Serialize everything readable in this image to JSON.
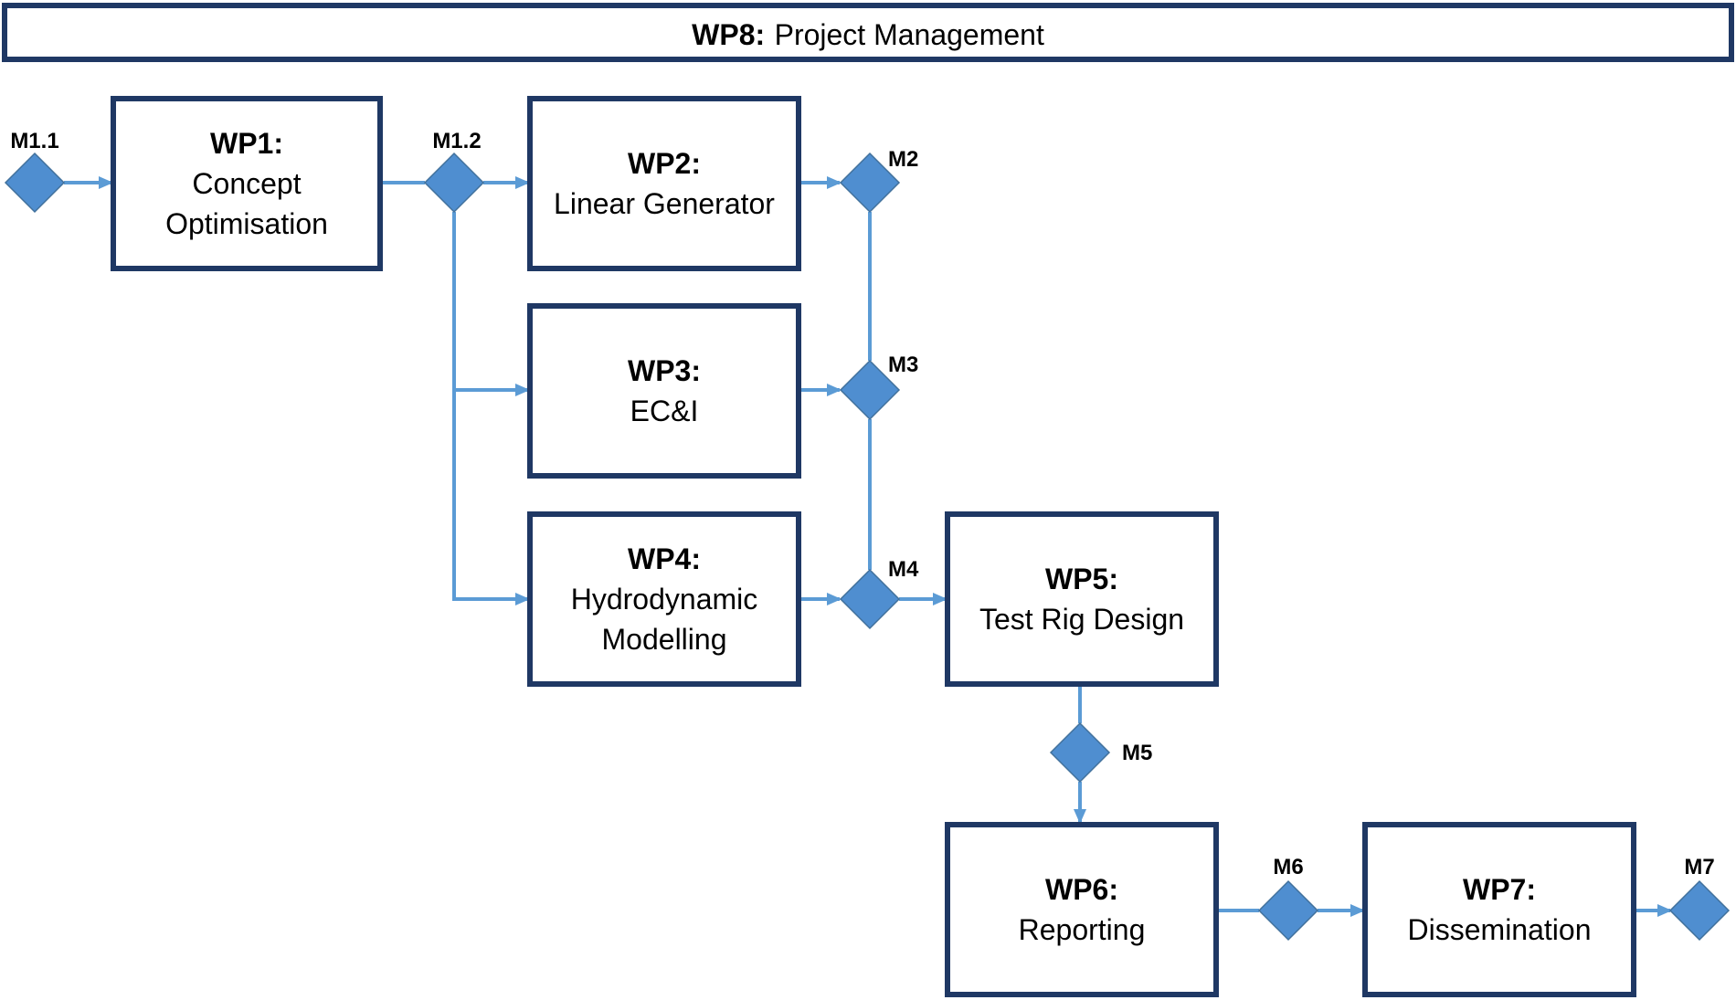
{
  "colors": {
    "box_border": "#1f3864",
    "connector": "#5b9bd5",
    "milestone_fill": "#4f8ed0"
  },
  "header": {
    "code": "WP8:",
    "title": "Project Management"
  },
  "work_packages": [
    {
      "id": "wp1",
      "code": "WP1:",
      "lines": [
        "Concept",
        "Optimisation"
      ]
    },
    {
      "id": "wp2",
      "code": "WP2:",
      "lines": [
        "Linear Generator"
      ]
    },
    {
      "id": "wp3",
      "code": "WP3:",
      "lines": [
        "EC&I"
      ]
    },
    {
      "id": "wp4",
      "code": "WP4:",
      "lines": [
        "Hydrodynamic",
        "Modelling"
      ]
    },
    {
      "id": "wp5",
      "code": "WP5:",
      "lines": [
        "Test Rig Design"
      ]
    },
    {
      "id": "wp6",
      "code": "WP6:",
      "lines": [
        "Reporting"
      ]
    },
    {
      "id": "wp7",
      "code": "WP7:",
      "lines": [
        "Dissemination"
      ]
    }
  ],
  "milestones": [
    {
      "id": "m1-1",
      "label": "M1.1"
    },
    {
      "id": "m1-2",
      "label": "M1.2"
    },
    {
      "id": "m2",
      "label": "M2"
    },
    {
      "id": "m3",
      "label": "M3"
    },
    {
      "id": "m4",
      "label": "M4"
    },
    {
      "id": "m5",
      "label": "M5"
    },
    {
      "id": "m6",
      "label": "M6"
    },
    {
      "id": "m7",
      "label": "M7"
    }
  ]
}
